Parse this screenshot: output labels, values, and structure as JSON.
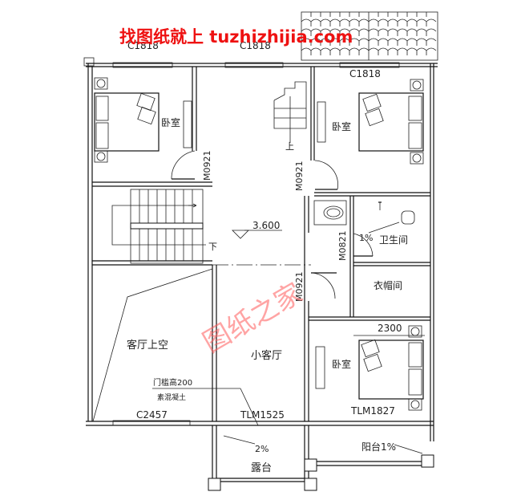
{
  "watermark": {
    "top_text": "找图纸就上 tuzhizhijia.com",
    "diagonal_text": "图纸之家",
    "color": "#ee1111"
  },
  "plan": {
    "elevation": "3.600",
    "rooms": {
      "bedroom_nw": "卧室",
      "bedroom_ne": "卧室",
      "bedroom_se": "卧室",
      "bathroom": "卫生间",
      "cloakroom": "衣帽间",
      "living_void": "客厅上空",
      "small_living": "小客厅",
      "terrace": "露台",
      "balcony": "阳台1%"
    },
    "windows": {
      "top_left": "C1818",
      "top_mid": "C1818",
      "top_right": "C1818",
      "bottom_left": "C2457"
    },
    "doors": {
      "nw_door": "M0921",
      "ne_door": "M0921",
      "mid_door": "M0921",
      "bath_door": "M0821",
      "slide_mid": "TLM1525",
      "slide_right": "TLM1827"
    },
    "stairs": {
      "up": "上",
      "down": "下"
    },
    "annotations": {
      "sill_line1": "门槛高200",
      "sill_line2": "素混凝土",
      "bath_slope": "1%",
      "terrace_slope": "2%",
      "dimension": "2300"
    }
  }
}
